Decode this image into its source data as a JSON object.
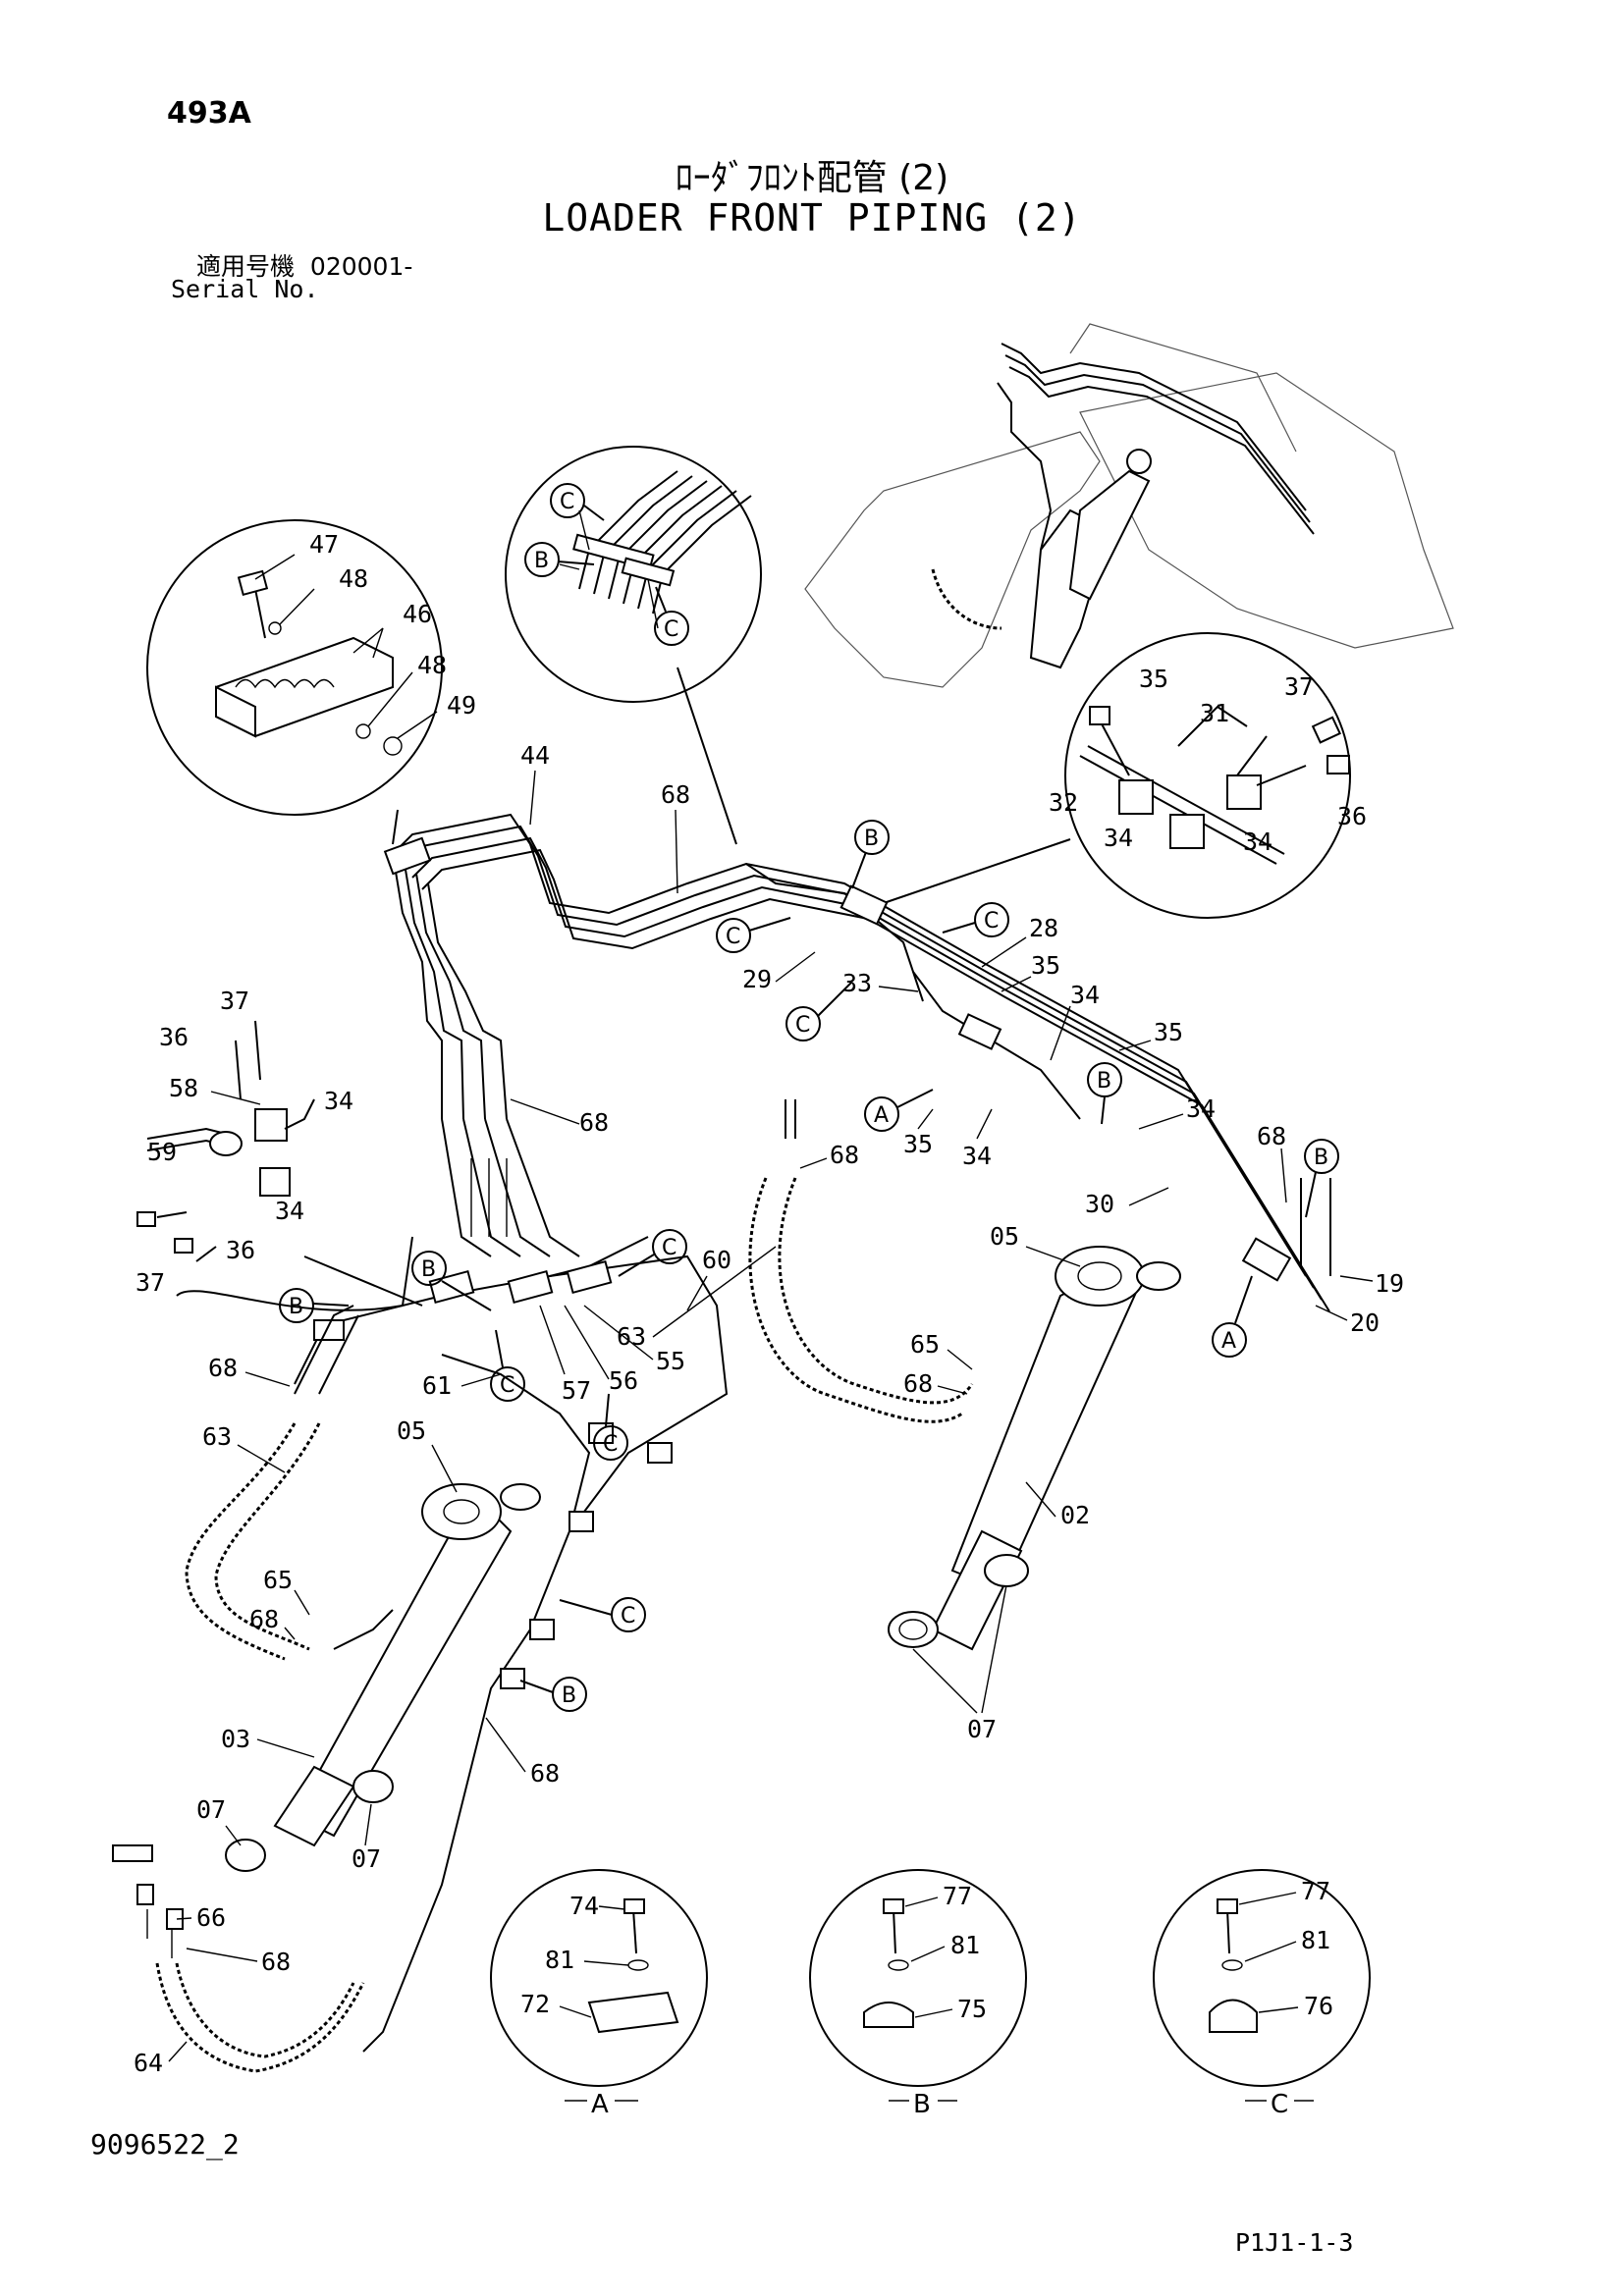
{
  "header": {
    "page_number": "493A",
    "title_jp": "ﾛｰﾀﾞﾌﾛﾝﾄ配管 (2)",
    "title_en": "LOADER FRONT PIPING (2)",
    "serial_label_jp": "適用号機",
    "serial_value": "020001-",
    "serial_label_en": "Serial No."
  },
  "footer": {
    "figure_id": "9096522_2",
    "sheet_code": "P1J1-1-3"
  },
  "callouts": {
    "c47": "47",
    "c48a": "48",
    "c46": "46",
    "c48b": "48",
    "c49": "49",
    "c35a": "35",
    "c37a": "37",
    "c31": "31",
    "c32": "32",
    "c34a": "34",
    "c34b": "34",
    "c36a": "36",
    "c44": "44",
    "c68a": "68",
    "c28": "28",
    "c29": "29",
    "c35b": "35",
    "c33": "33",
    "c34c": "34",
    "c35c": "35",
    "c35d": "35",
    "c34d": "34",
    "c34e": "34",
    "c68b": "68",
    "c68c": "68",
    "c30": "30",
    "c68d": "68",
    "c19": "19",
    "c20": "20",
    "c63a": "63",
    "c05a": "05",
    "c65a": "65",
    "c68e": "68",
    "c02": "02",
    "c07a": "07",
    "c37b": "37",
    "c36b": "36",
    "c58": "58",
    "c34f": "34",
    "c59": "59",
    "c34g": "34",
    "c37c": "37",
    "c36c": "36",
    "c60": "60",
    "c55": "55",
    "c56": "56",
    "c57": "57",
    "c61": "61",
    "c68f": "68",
    "c63b": "63",
    "c05b": "05",
    "c65b": "65",
    "c68g": "68",
    "c03": "03",
    "c07b": "07",
    "c07c": "07",
    "c68h": "68",
    "c66": "66",
    "c68i": "68",
    "c64": "64",
    "c74": "74",
    "c81a": "81",
    "c72": "72",
    "c77a": "77",
    "c81b": "81",
    "c75": "75",
    "c77b": "77",
    "c81c": "81",
    "c76": "76"
  },
  "reference_letters": {
    "C": "C",
    "B": "B",
    "A": "A"
  },
  "detail_labels": {
    "detail_a": "A",
    "detail_b": "B",
    "detail_c": "C"
  }
}
